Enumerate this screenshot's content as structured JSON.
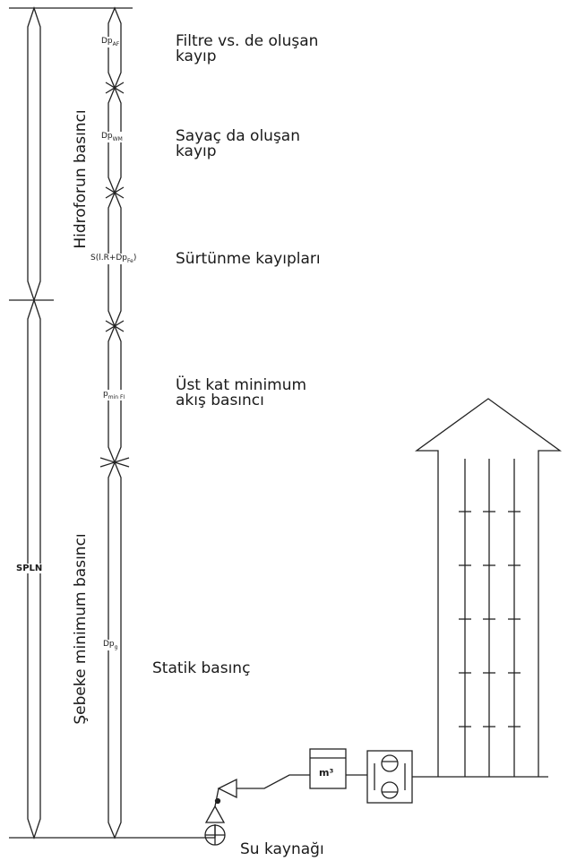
{
  "labels": {
    "filter_loss": [
      "Filtre vs. de oluşan",
      "kayıp"
    ],
    "meter_loss": [
      "Sayaç da oluşan",
      "kayıp"
    ],
    "friction_loss": "Sürtünme kayıpları",
    "top_floor_pressure": [
      "Üst kat minimum",
      "akış basıncı"
    ],
    "static_pressure": "Statik basınç",
    "water_source": "Su kaynağı",
    "hydrophore_pressure": "Hidroforun basıncı",
    "network_min_pressure": "Şebeke minimum basıncı",
    "spln": "SPLN",
    "meter_unit": "m³"
  },
  "symbols": {
    "dp_af": [
      "Dp",
      "AF"
    ],
    "dp_wm": [
      "Dp",
      "WM"
    ],
    "friction": "S(l.R+Dp",
    "friction_sub": "Fe",
    "friction_close": ")",
    "pmin": [
      "p",
      "min FI"
    ],
    "dp_g": [
      "Dp",
      "g"
    ]
  },
  "icons": [
    "double-arrow-icon",
    "valve-icon",
    "meter-icon",
    "pump-icon",
    "building-arrow-icon"
  ]
}
